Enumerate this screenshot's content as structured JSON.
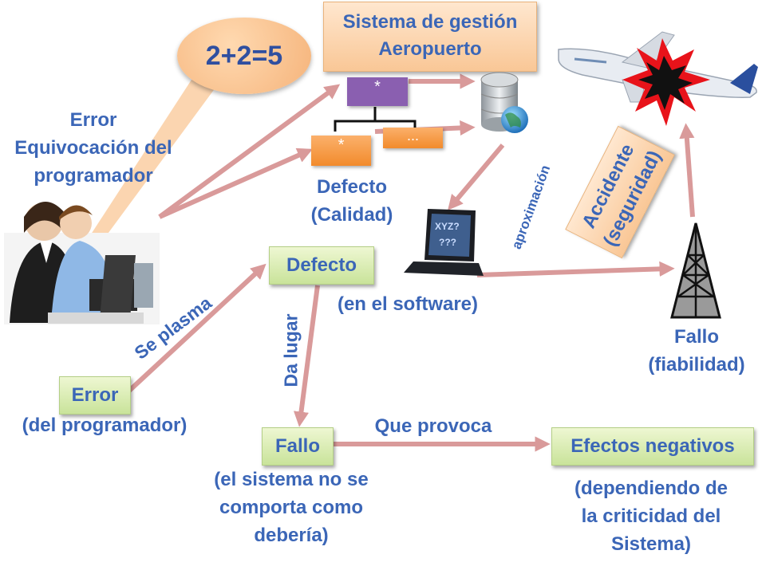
{
  "system_box": {
    "line1": "Sistema de gestión",
    "line2": "Aeropuerto"
  },
  "bubble": {
    "text": "2+2=5"
  },
  "programmer_error": {
    "line1": "Error",
    "line2": "Equivocación del",
    "line3": "programador"
  },
  "modules": {
    "top": "*",
    "left": "*",
    "right": "..."
  },
  "defect_quality": {
    "line1": "Defecto",
    "line2": "(Calidad)"
  },
  "laptop": {
    "screen_top": "XYZ?",
    "screen_bottom": "???"
  },
  "approximation_label": "aproximación",
  "accident_box": {
    "line1": "Accidente",
    "line2": "(seguridad)"
  },
  "defect_box": {
    "label": "Defecto",
    "caption": "(en el software)"
  },
  "se_plasma": "Se plasma",
  "da_lugar": "Da lugar",
  "error_box": {
    "label": "Error",
    "caption": "(del programador)"
  },
  "fallo_box": {
    "label": "Fallo",
    "caption1": "(el sistema no se",
    "caption2": "comporta como",
    "caption3": "debería)"
  },
  "que_provoca": "Que provoca",
  "effects_box": {
    "label": "Efectos negativos",
    "caption1": "(dependiendo de",
    "caption2": "la criticidad del",
    "caption3": "Sistema)"
  },
  "failure_reliability": {
    "line1": "Fallo",
    "line2": "(fiabilidad)"
  },
  "colors": {
    "text_blue": "#3b66b7",
    "arrow_pink": "#d99a9a",
    "green_box": "#c9e39a",
    "orange_box": "#f9c796"
  }
}
